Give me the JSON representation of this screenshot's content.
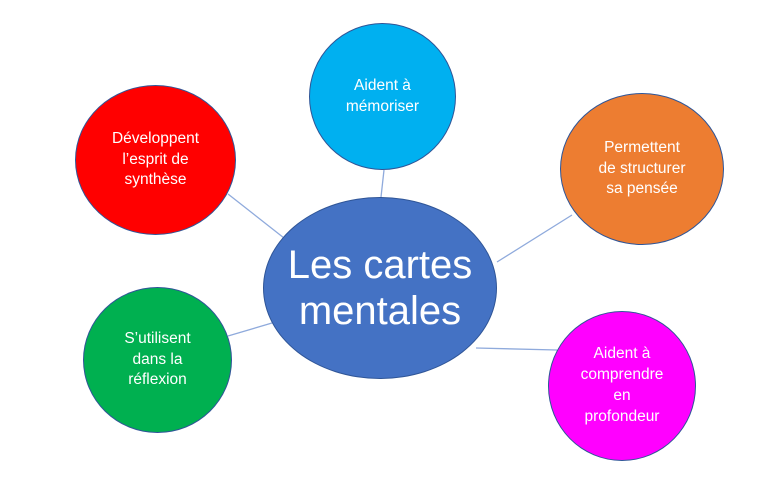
{
  "diagram": {
    "center": {
      "label": "Les cartes\nmentales",
      "color": "#4472c4"
    },
    "branches": [
      {
        "id": "memoriser",
        "label": "Aident à\nmémoriser",
        "color": "#00b0f0"
      },
      {
        "id": "structurer",
        "label": "Permettent\nde structurer\nsa pensée",
        "color": "#ed7d31"
      },
      {
        "id": "synthese",
        "label": "Développent\nl’esprit de\nsynthèse",
        "color": "#ff0000"
      },
      {
        "id": "reflexion",
        "label": "S’utilisent\ndans la\nréflexion",
        "color": "#00b050"
      },
      {
        "id": "comprendre",
        "label": "Aident à\ncomprendre\nen\nprofondeur",
        "color": "#ff00ff"
      }
    ],
    "connector_color": "#8faadc"
  }
}
